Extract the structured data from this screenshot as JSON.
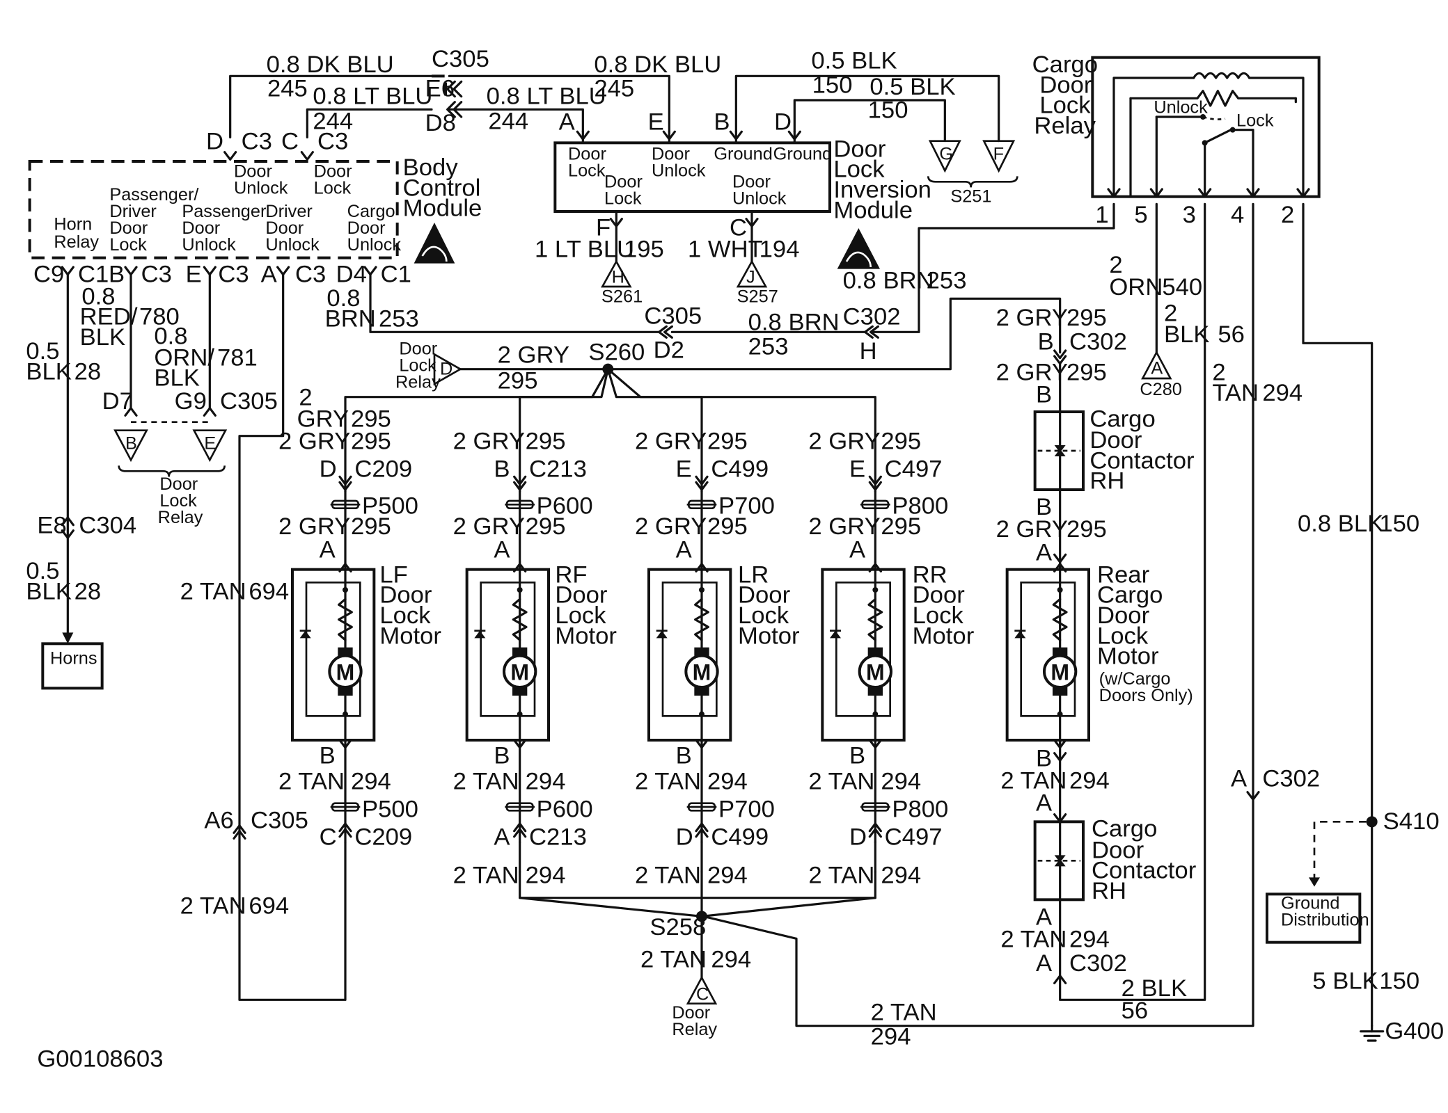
{
  "diagram_id": "G00108603",
  "components": {
    "bcm": {
      "title_lines": [
        "Body",
        "Control",
        "Module"
      ],
      "functions": [
        {
          "key": "horn",
          "lines": [
            "Horn",
            "Relay"
          ]
        },
        {
          "key": "pdl",
          "lines": [
            "Passenger/",
            "Driver",
            "Door",
            "Lock"
          ]
        },
        {
          "key": "pdu",
          "lines": [
            "Passenger",
            "Door",
            "Unlock"
          ]
        },
        {
          "key": "du",
          "lines": [
            "Door",
            "Unlock"
          ]
        },
        {
          "key": "ddu",
          "lines": [
            "Driver",
            "Door",
            "Unlock"
          ]
        },
        {
          "key": "dl",
          "lines": [
            "Door",
            "Lock"
          ]
        },
        {
          "key": "cdu",
          "lines": [
            "Cargo",
            "Door",
            "Unlock"
          ]
        }
      ]
    },
    "dlim": {
      "title_lines": [
        "Door",
        "Lock",
        "Inversion",
        "Module"
      ],
      "labels": [
        {
          "key": "dl1",
          "lines": [
            "Door",
            "Lock"
          ]
        },
        {
          "key": "du1",
          "lines": [
            "Door",
            "Unlock"
          ]
        },
        {
          "key": "dl2",
          "lines": [
            "Door",
            "Lock"
          ]
        },
        {
          "key": "gnd1",
          "lines": [
            "Ground"
          ]
        },
        {
          "key": "gnd2",
          "lines": [
            "Ground"
          ]
        },
        {
          "key": "du2",
          "lines": [
            "Door",
            "Unlock"
          ]
        }
      ]
    },
    "cargo_relay": {
      "title_lines": [
        "Cargo",
        "Door",
        "Lock",
        "Relay"
      ],
      "unlock": "Unlock",
      "lock": "Lock",
      "pins": [
        "1",
        "5",
        "3",
        "4",
        "2"
      ]
    },
    "motors": [
      {
        "key": "lf",
        "title_lines": [
          "LF",
          "Door",
          "Lock",
          "Motor"
        ],
        "symbol": "M"
      },
      {
        "key": "rf",
        "title_lines": [
          "RF",
          "Door",
          "Lock",
          "Motor"
        ],
        "symbol": "M"
      },
      {
        "key": "lr",
        "title_lines": [
          "LR",
          "Door",
          "Lock",
          "Motor"
        ],
        "symbol": "M"
      },
      {
        "key": "rr",
        "title_lines": [
          "RR",
          "Door",
          "Lock",
          "Motor"
        ],
        "symbol": "M"
      },
      {
        "key": "rear",
        "title_lines": [
          "Rear",
          "Cargo",
          "Door",
          "Lock",
          "Motor"
        ],
        "note_lines": [
          "(w/Cargo",
          "Doors Only)"
        ],
        "symbol": "M"
      }
    ],
    "contactor_title_lines": [
      "Cargo",
      "Door",
      "Contactor",
      "RH"
    ],
    "horns": "Horns",
    "ground_distribution": [
      "Ground",
      "Distribution"
    ],
    "door_lock_relay": [
      "Door",
      "Lock",
      "Relay"
    ]
  },
  "refs": {
    "H": "H",
    "J": "J",
    "G": "G",
    "F": "F",
    "A": "A",
    "B": "B",
    "E": "E",
    "C": "C",
    "D": "D",
    "S261": "S261",
    "S257": "S257",
    "S251": "S251",
    "C280": "C280"
  },
  "wires": {
    "dkblu_a": "0.8 DK BLU",
    "c245_a": "245",
    "c305_top": "C305",
    "e6": "E6",
    "dkblu_b": "0.8 DK BLU",
    "c245_b": "245",
    "ltblu_a": "0.8 LT BLU",
    "c244_a": "244",
    "d8": "D8",
    "ltblu_b": "0.8 LT BLU",
    "c244_b": "244",
    "blk05_a": "0.5 BLK",
    "c150_a": "150",
    "blk05_b": "0.5 BLK",
    "c150_b": "150",
    "pinD": "D",
    "pinC3a": "C3",
    "pinC": "C",
    "pinC3b": "C3",
    "pinA_dl": "A",
    "pinE_dl": "E",
    "pinB_dl": "B",
    "pinD_dl": "D",
    "pinF_dl": "F",
    "pinC_dl": "C",
    "ltblu1": "1 LT BLU",
    "c195": "195",
    "wht1": "1 WHT",
    "c194": "194",
    "c9": "C9",
    "c1a": "C1",
    "pinB": "B",
    "c3c": "C3",
    "pinE": "E",
    "c3d": "C3",
    "pinA": "A",
    "c3e": "C3",
    "d4": "D4",
    "c1b": "C1",
    "redblk_a": "0.8",
    "redblk_b": "RED/",
    "redblk_c": "BLK",
    "c780": "780",
    "orn_a": "0.8",
    "orn_b": "ORN/",
    "orn_c": "BLK",
    "c781": "781",
    "blk05_c": "0.5",
    "blk05_d": "BLK",
    "c28_a": "28",
    "d7": "D7",
    "g9": "G9",
    "c305_b": "C305",
    "brn08_a": "0.8",
    "brn08_b": "BRN",
    "c253_a": "253",
    "c305_c": "C305",
    "d2": "D2",
    "brn08_c": "0.8 BRN",
    "c253_b": "253",
    "c302_a": "C302",
    "h": "H",
    "brn08_d": "0.8 BRN",
    "c253_c": "253",
    "e8": "E8",
    "c304": "C304",
    "blk05_e": "0.5",
    "blk05_f": "BLK",
    "c28_b": "28",
    "gry_main": "2 GRY",
    "c295_main": "295",
    "s260": "S260",
    "gry_lf": "2",
    "gry_lf2": "GRY",
    "c295_lf": "295",
    "tan_694a": "2 TAN",
    "c694a": "694",
    "a6": "A6",
    "c305_d": "C305",
    "tan_694b": "2 TAN",
    "c694b": "694",
    "pin1": "1",
    "pin5": "5",
    "pin3": "3",
    "pin4": "4",
    "pin2": "2",
    "orn2_a": "2",
    "orn2_b": "ORN",
    "c540": "540",
    "blk2_a": "2",
    "blk2_b": "BLK",
    "c56_a": "56",
    "tan2_a": "2",
    "tan2_b": "TAN",
    "c294_r": "294",
    "gry_c302a": "2 GRY",
    "c295_c302a": "295",
    "pinB_c302": "B",
    "c302_b": "C302",
    "gry_c302b": "2 GRY",
    "c295_c302b": "295",
    "pinB_cc": "B",
    "pinB_cc2": "B",
    "gry_cc": "2 GRY",
    "c295_cc": "295",
    "pinA_cc": "A",
    "blk08": "0.8 BLK",
    "c150_c": "150",
    "s410": "S410",
    "blk5": "5 BLK",
    "c150_d": "150",
    "g400": "G400",
    "pinA_c302c": "A",
    "c302_c": "C302",
    "pinB_rm": "B",
    "tan_rm": "2 TAN",
    "c294_rm": "294",
    "pinA_rm": "A",
    "pinA_cc3": "A",
    "tan_cc3": "2 TAN",
    "c294_cc3": "294",
    "pinA_c302d": "A",
    "c302_d": "C302",
    "blk2_c": "2 BLK",
    "c56_b": "56",
    "tan_bot": "2 TAN",
    "c294_bot": "294",
    "s258": "S258",
    "tan_s258": "2 TAN",
    "c294_s258": "294",
    "col": [
      {
        "gry_top": "2 GRY",
        "c295_top": "295",
        "pin_top": "D",
        "conn_top": "C209",
        "p": "P500",
        "gry_mid": "2 GRY",
        "c295_mid": "295",
        "pinA": "A",
        "pinB": "B",
        "tan_mid": "2 TAN",
        "c294_mid": "294",
        "p2": "P500",
        "pin_bot": "C",
        "conn_bot": "C209",
        "tan_bot": "",
        "c294_bot": ""
      },
      {
        "gry_top": "2 GRY",
        "c295_top": "295",
        "pin_top": "B",
        "conn_top": "C213",
        "p": "P600",
        "gry_mid": "2 GRY",
        "c295_mid": "295",
        "pinA": "A",
        "pinB": "B",
        "tan_mid": "2 TAN",
        "c294_mid": "294",
        "p2": "P600",
        "pin_bot": "A",
        "conn_bot": "C213",
        "tan_bot": "2 TAN",
        "c294_bot": "294"
      },
      {
        "gry_top": "2 GRY",
        "c295_top": "295",
        "pin_top": "E",
        "conn_top": "C499",
        "p": "P700",
        "gry_mid": "2 GRY",
        "c295_mid": "295",
        "pinA": "A",
        "pinB": "B",
        "tan_mid": "2 TAN",
        "c294_mid": "294",
        "p2": "P700",
        "pin_bot": "D",
        "conn_bot": "C499",
        "tan_bot": "2 TAN",
        "c294_bot": "294"
      },
      {
        "gry_top": "2 GRY",
        "c295_top": "295",
        "pin_top": "E",
        "conn_top": "C497",
        "p": "P800",
        "gry_mid": "2 GRY",
        "c295_mid": "295",
        "pinA": "A",
        "pinB": "B",
        "tan_mid": "2 TAN",
        "c294_mid": "294",
        "p2": "P800",
        "pin_bot": "D",
        "conn_bot": "C497",
        "tan_bot": "2 TAN",
        "c294_bot": "294"
      }
    ]
  }
}
